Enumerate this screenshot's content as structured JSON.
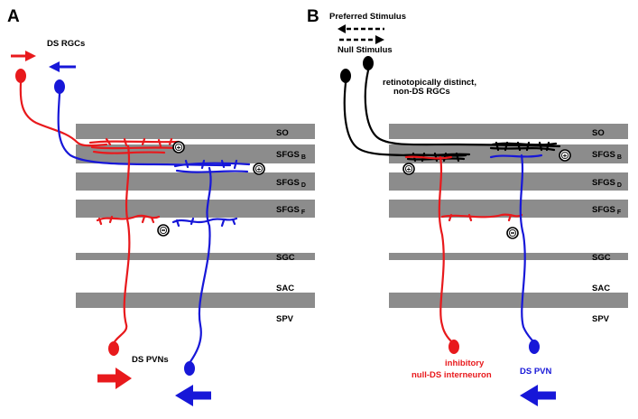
{
  "panel_a": {
    "letter": "A",
    "ds_rgcs_label": "DS RGCs",
    "ds_pvns_label": "DS PVNs",
    "synapse_signs": {
      "excitatory": "+",
      "inhibitory": "-"
    }
  },
  "panel_b": {
    "letter": "B",
    "preferred_stimulus_label": "Preferred Stimulus",
    "null_stimulus_label": "Null Stimulus",
    "non_ds_rgcs_line1": "retinotopically distinct,",
    "non_ds_rgcs_line2": "non-DS RGCs",
    "interneuron_line1": "inhibitory",
    "interneuron_line2": "null-DS interneuron",
    "ds_pvn_label": "DS PVN"
  },
  "layers": [
    {
      "name": "SO",
      "sub": ""
    },
    {
      "name": "SFGS",
      "sub": "B"
    },
    {
      "name": "SFGS",
      "sub": "D"
    },
    {
      "name": "SFGS",
      "sub": "F"
    },
    {
      "name": "SGC",
      "sub": ""
    },
    {
      "name": "SAC",
      "sub": ""
    },
    {
      "name": "SPV",
      "sub": ""
    }
  ],
  "colors": {
    "red_neuron": "#e8191c",
    "blue_neuron": "#1717d8",
    "black_neuron": "#000000",
    "layer_band": "#8c8c8c",
    "interneuron_label": "#e8191c",
    "pvn_label": "#1717d8"
  }
}
